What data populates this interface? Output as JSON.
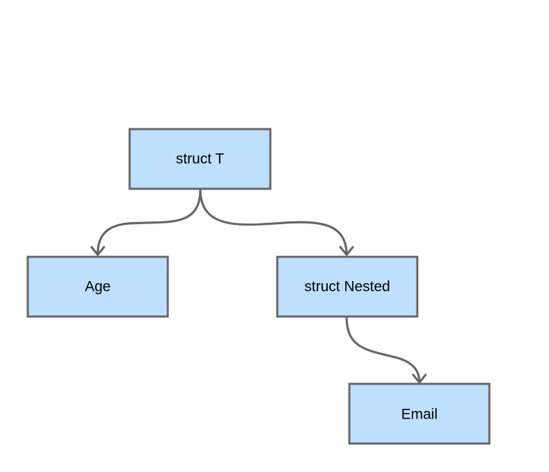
{
  "diagram": {
    "type": "tree",
    "nodes": [
      {
        "id": "t",
        "label": "struct T"
      },
      {
        "id": "age",
        "label": "Age"
      },
      {
        "id": "nested",
        "label": "struct Nested"
      },
      {
        "id": "email",
        "label": "Email"
      }
    ],
    "edges": [
      {
        "from": "t",
        "to": "age"
      },
      {
        "from": "t",
        "to": "nested"
      },
      {
        "from": "nested",
        "to": "email"
      }
    ]
  },
  "colors": {
    "node_fill": "#bfdfff",
    "node_border": "#666666",
    "edge": "#666666",
    "text": "#000000",
    "background": "#ffffff"
  }
}
